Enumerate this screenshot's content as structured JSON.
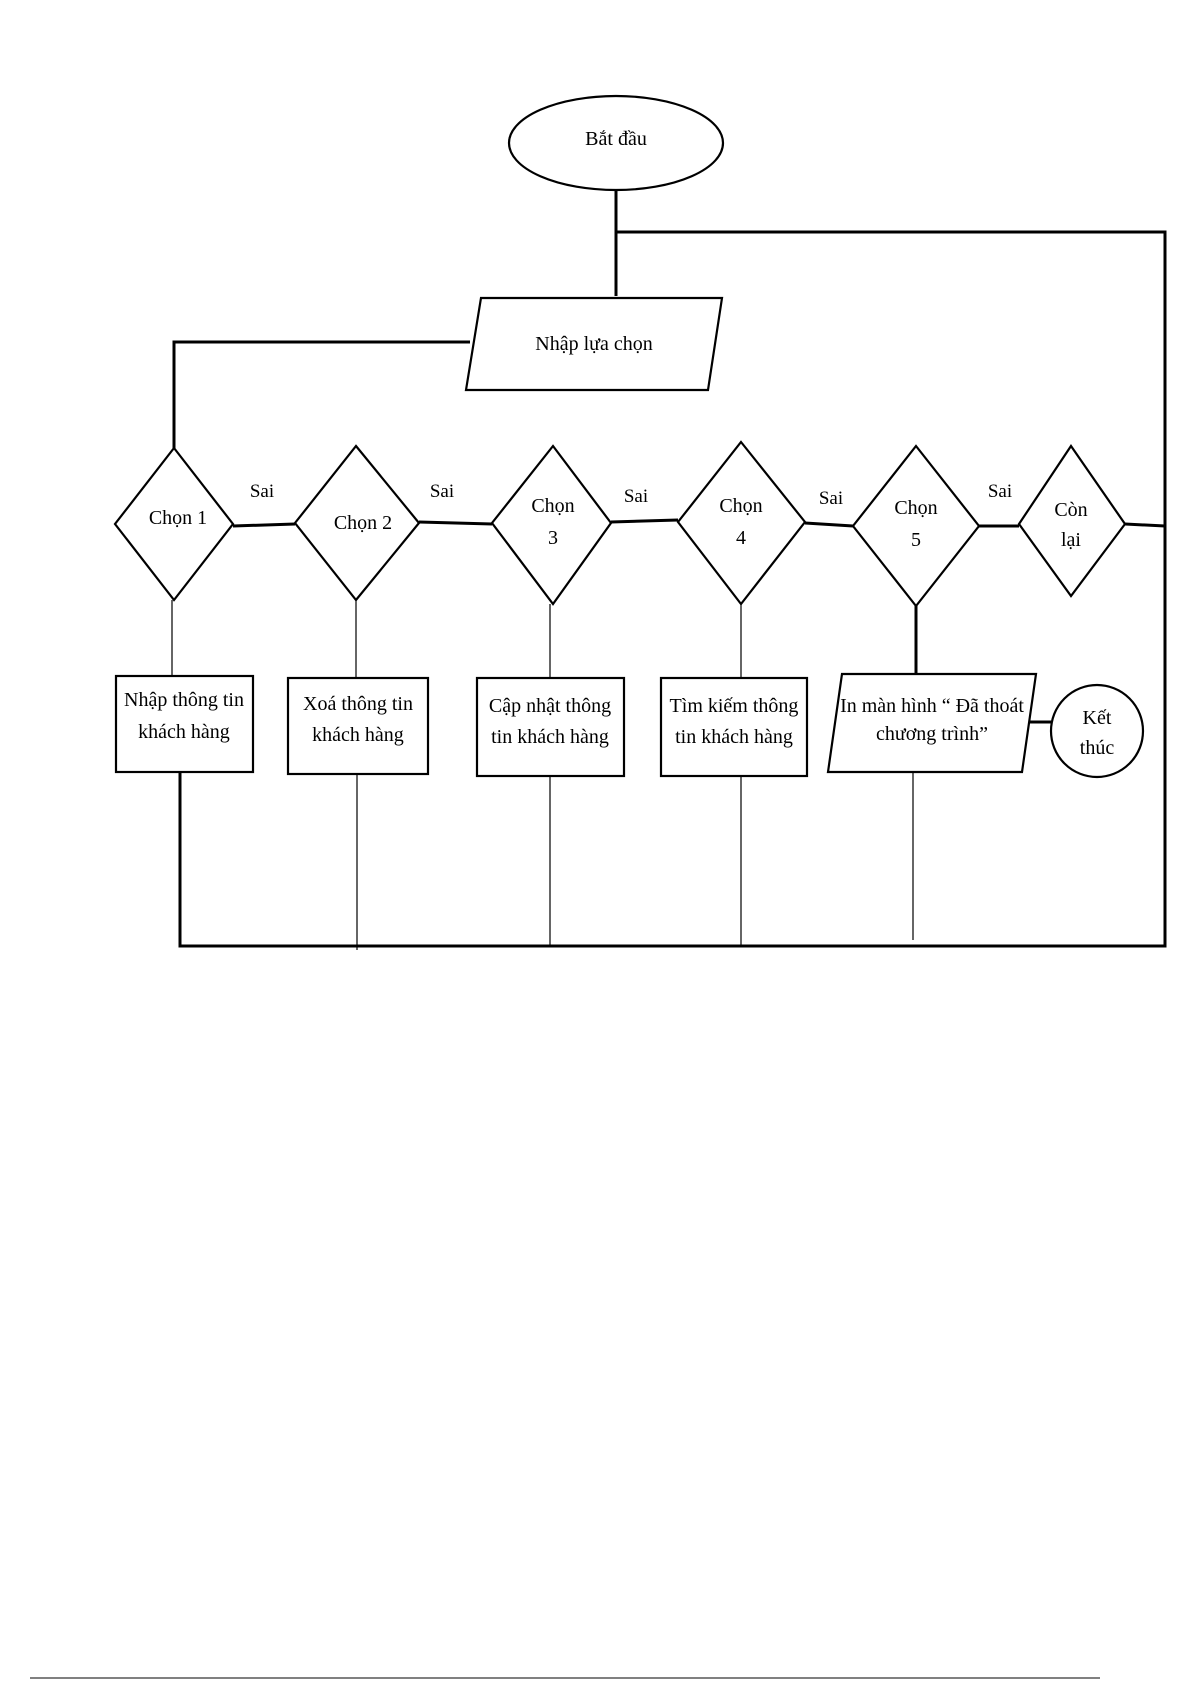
{
  "flowchart": {
    "start": "Bắt đầu",
    "input": "Nhập lựa chọn",
    "decisions": [
      {
        "line1": "Chọn 1",
        "line2": ""
      },
      {
        "line1": "Chọn 2",
        "line2": ""
      },
      {
        "line1": "Chọn",
        "line2": "3"
      },
      {
        "line1": "Chọn",
        "line2": "4"
      },
      {
        "line1": "Chọn",
        "line2": "5"
      },
      {
        "line1": "Còn",
        "line2": "lại"
      }
    ],
    "edge_labels": [
      "Sai",
      "Sai",
      "Sai",
      "Sai",
      "Sai"
    ],
    "processes": [
      {
        "line1": "Nhập thông tin",
        "line2": "khách hàng"
      },
      {
        "line1": "Xoá thông tin",
        "line2": "khách hàng"
      },
      {
        "line1": "Cập nhật thông",
        "line2": "tin khách hàng"
      },
      {
        "line1": "Tìm kiếm thông",
        "line2": "tin khách hàng"
      }
    ],
    "output": {
      "line1": "In màn hình “ Đã thoát",
      "line2": "chương trình”"
    },
    "end": {
      "line1": "Kết",
      "line2": "thúc"
    }
  }
}
